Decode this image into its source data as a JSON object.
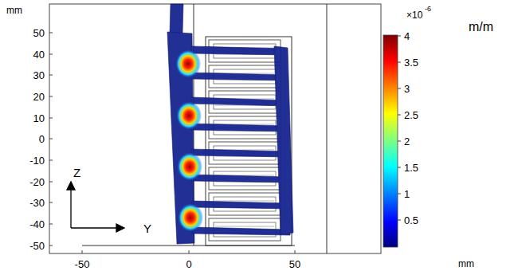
{
  "diagram": {
    "labels": [
      "mm",
      "50",
      "40",
      "30",
      "20",
      "10",
      "0",
      "-10",
      "-20",
      "-30",
      "-40",
      "-50",
      "-50",
      "0",
      "50",
      "mm",
      "×10",
      "-6",
      "m/m",
      "4",
      "3.5",
      "3",
      "2.5",
      "2",
      "1.5",
      "1",
      "0.5",
      "Z",
      "Y"
    ]
  }
}
